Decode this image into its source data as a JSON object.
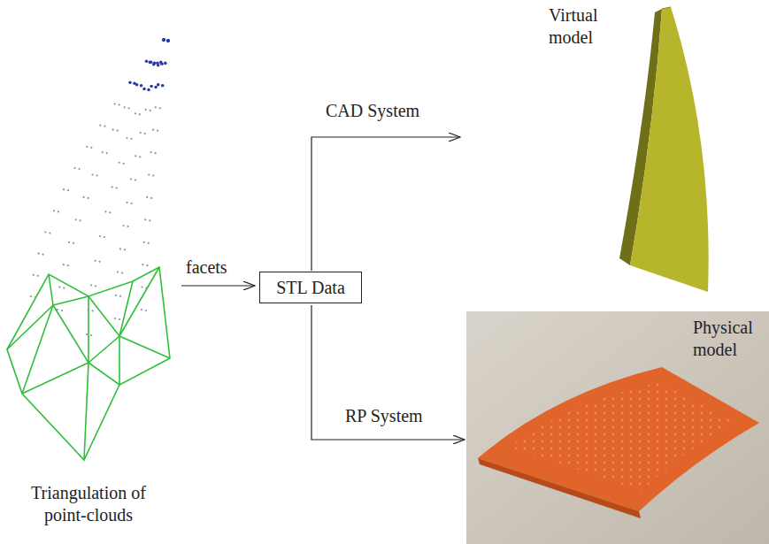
{
  "diagram": {
    "nodes": [
      {
        "text": [
          "STL Data"
        ]
      }
    ],
    "labels": [
      "Triangulation of point-clouds",
      "facets",
      "CAD System",
      "Virtual model",
      "RP System",
      "Physical model"
    ]
  }
}
